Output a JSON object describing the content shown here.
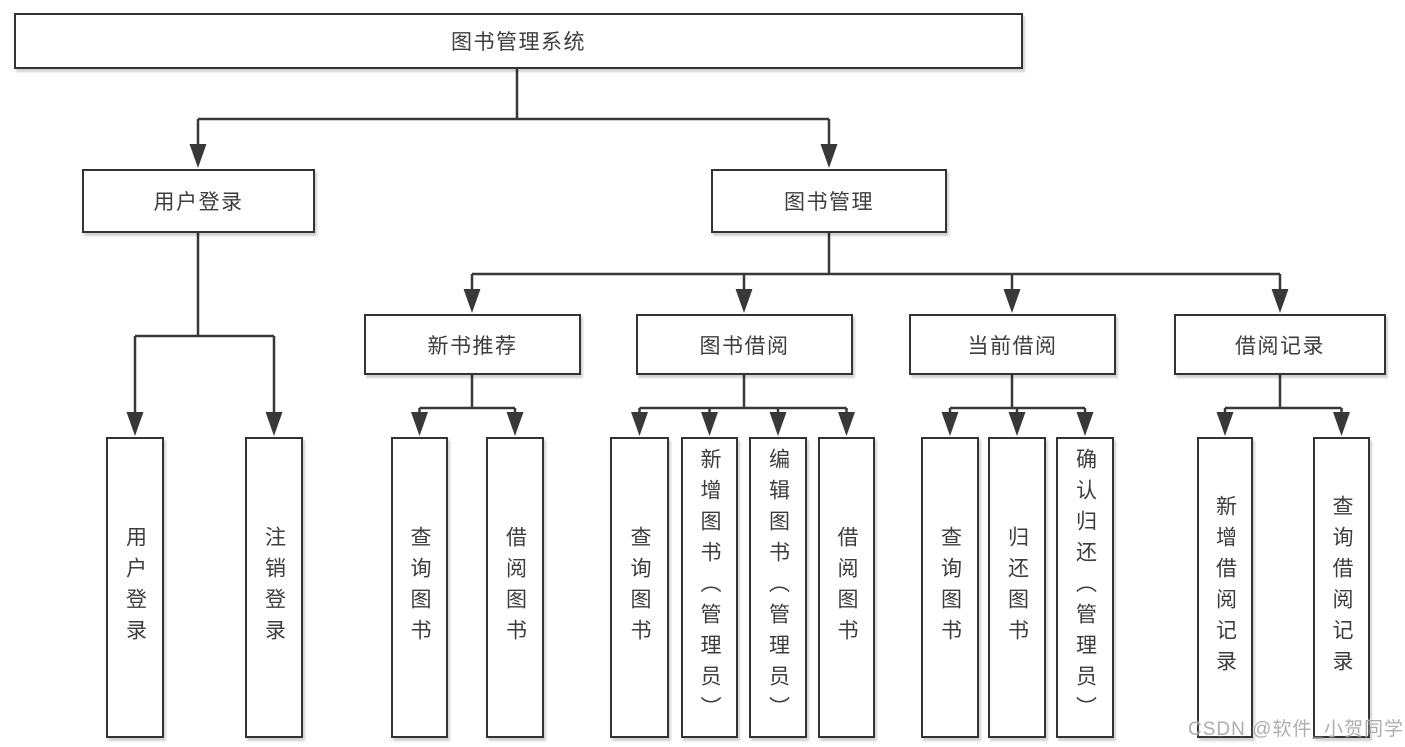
{
  "tree": {
    "root": {
      "label": "图书管理系统",
      "children": [
        {
          "label": "用户登录",
          "children": [
            {
              "label": "用户登录"
            },
            {
              "label": "注销登录"
            }
          ]
        },
        {
          "label": "图书管理",
          "children": [
            {
              "label": "新书推荐",
              "children": [
                {
                  "label": "查询图书"
                },
                {
                  "label": "借阅图书"
                }
              ]
            },
            {
              "label": "图书借阅",
              "children": [
                {
                  "label": "查询图书"
                },
                {
                  "label": "新增图书（管理员）"
                },
                {
                  "label": "编辑图书（管理员）"
                },
                {
                  "label": "借阅图书"
                }
              ]
            },
            {
              "label": "当前借阅",
              "children": [
                {
                  "label": "查询图书"
                },
                {
                  "label": "归还图书"
                },
                {
                  "label": "确认归还（管理员）"
                }
              ]
            },
            {
              "label": "借阅记录",
              "children": [
                {
                  "label": "新增借阅记录"
                },
                {
                  "label": "查询借阅记录"
                }
              ]
            }
          ]
        }
      ]
    }
  },
  "watermark": "CSDN @软件_小贺同学",
  "colors": {
    "line": "#383838",
    "box_border": "#333333",
    "text": "#3d3d3d",
    "background": "#ffffff",
    "watermark": "#a6a6a6"
  }
}
